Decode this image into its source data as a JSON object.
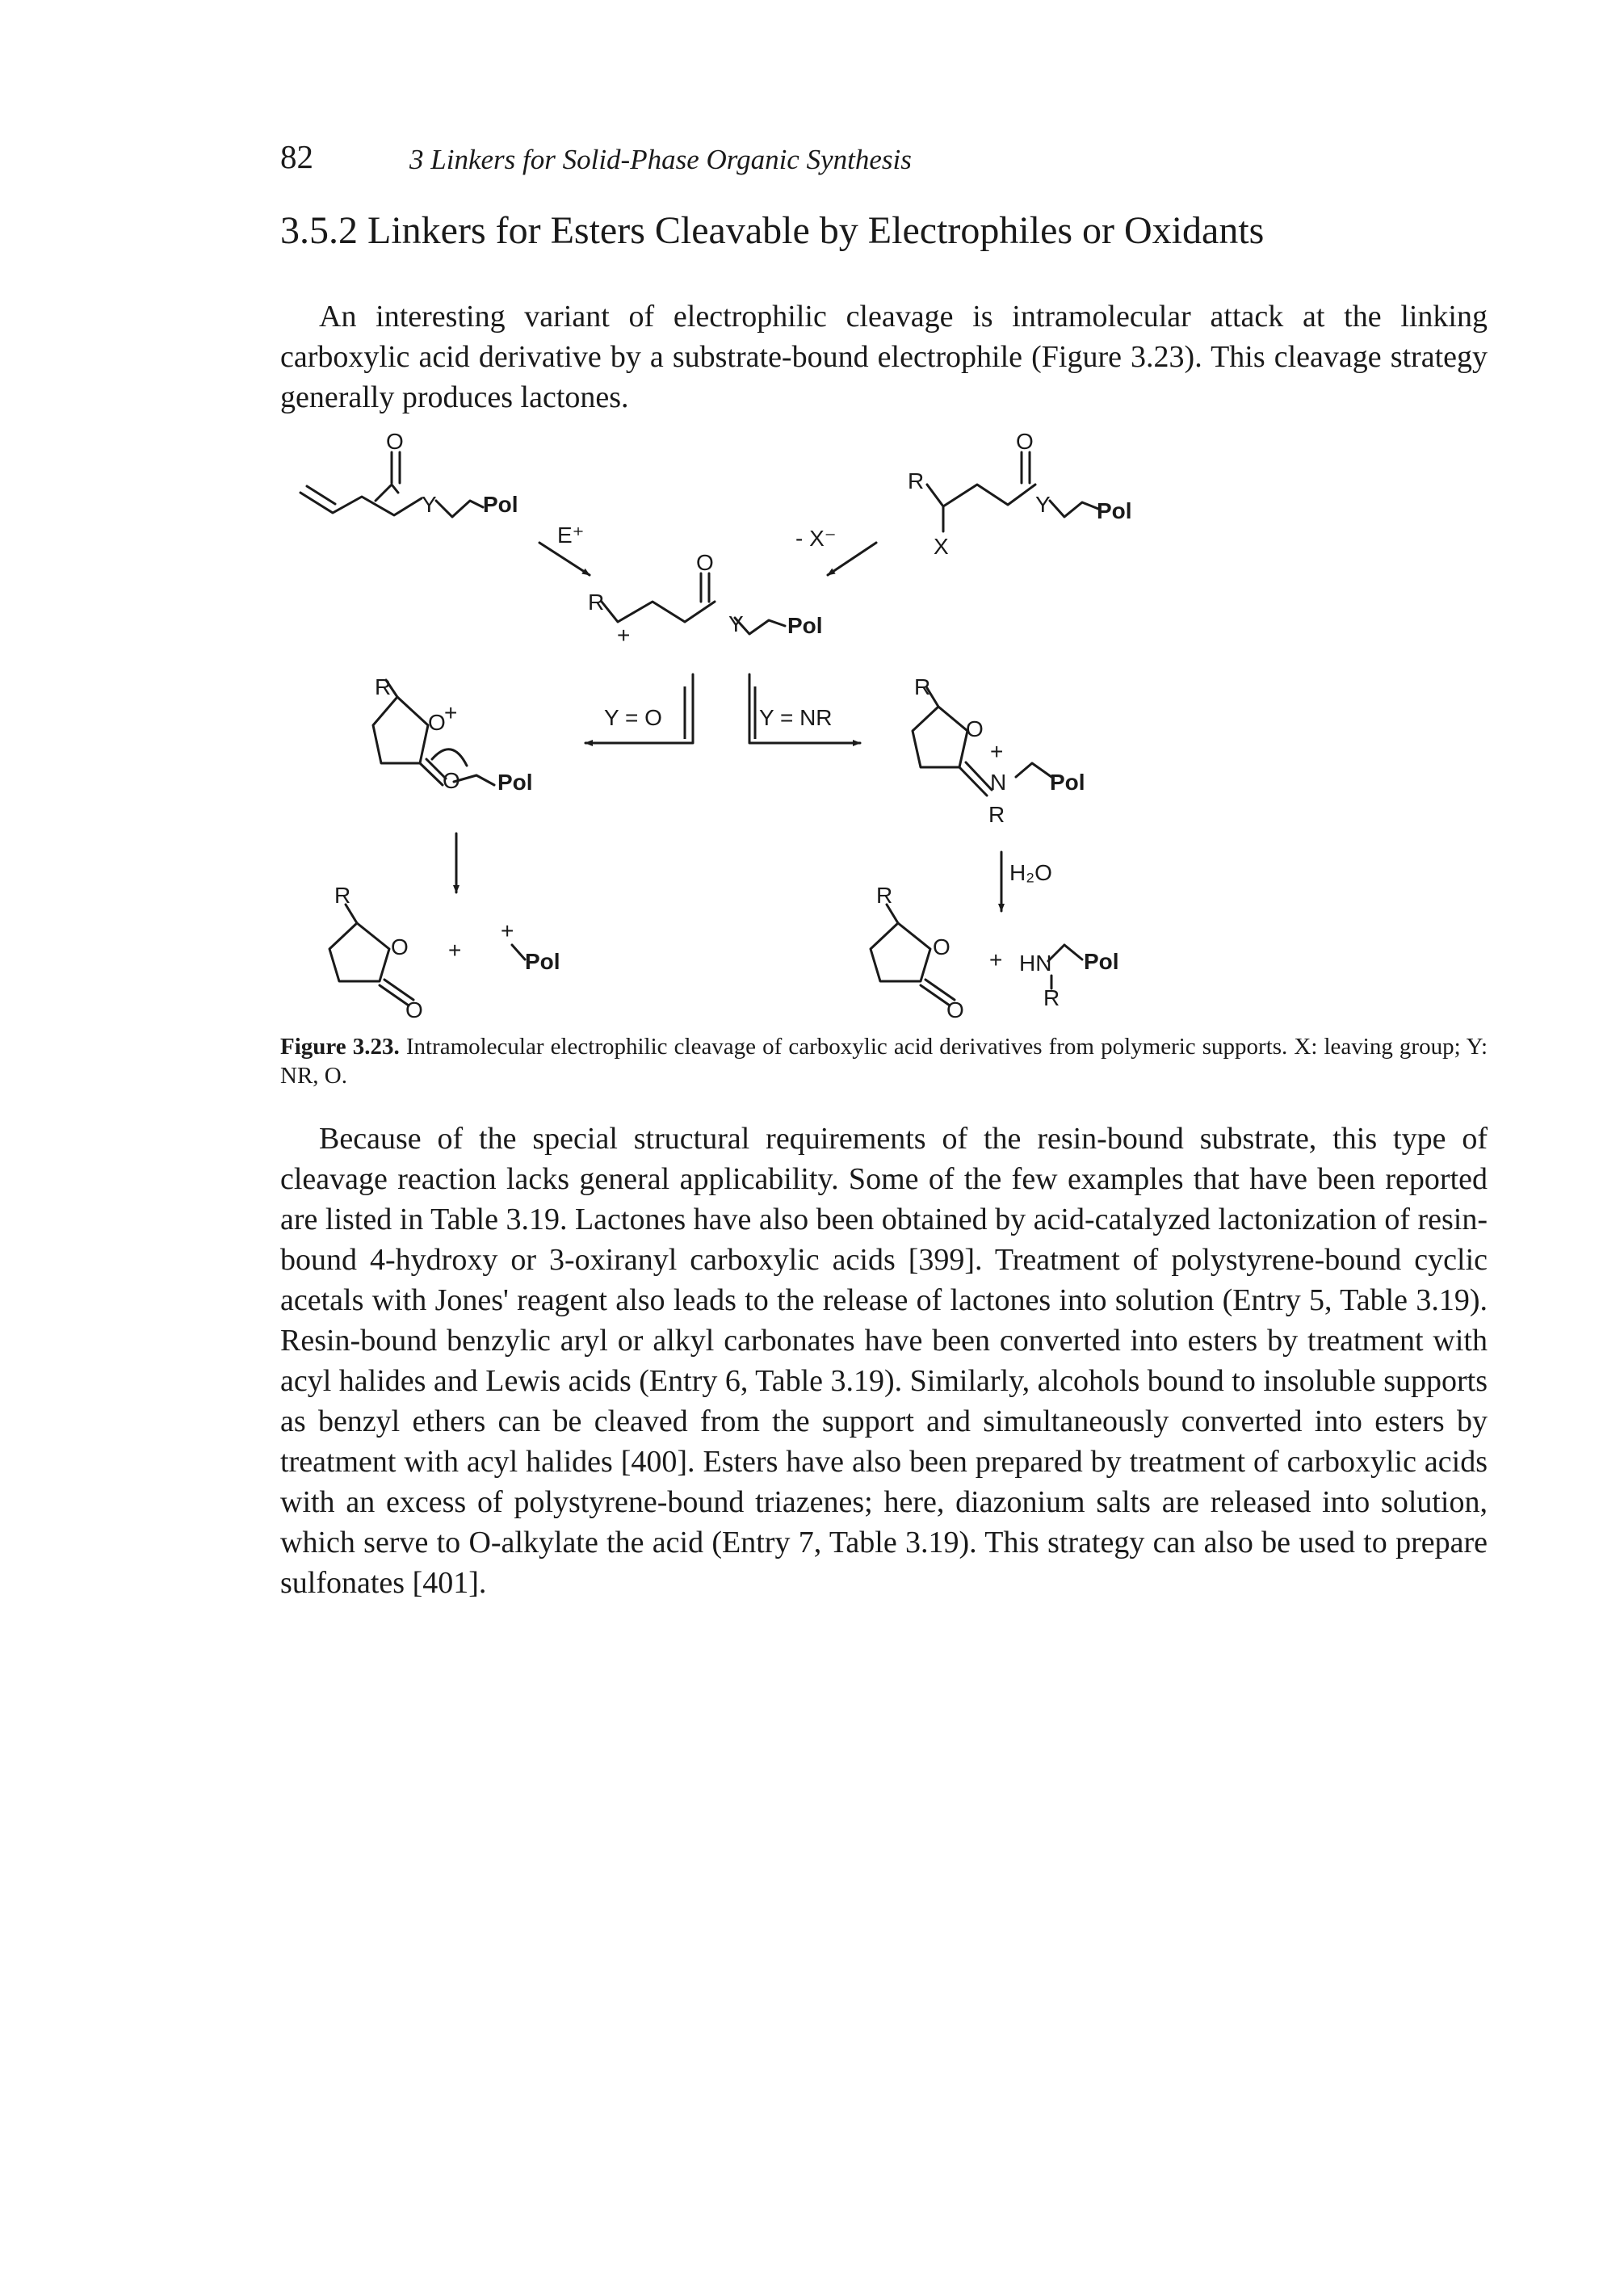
{
  "header": {
    "page_number": "82",
    "chapter": "3 Linkers for Solid-Phase Organic Synthesis"
  },
  "section": {
    "heading": "3.5.2 Linkers for Esters Cleavable by Electrophiles or Oxidants"
  },
  "paragraph1": "An interesting variant of electrophilic cleavage is intramolecular attack at the linking carboxylic acid derivative by a substrate-bound electrophile (Figure 3.23). This cleavage strategy generally produces lactones.",
  "scheme": {
    "pol": "Pol",
    "o": "O",
    "y": "Y",
    "r": "R",
    "x": "X",
    "n": "N",
    "hn": "HN",
    "plus": "+",
    "e_plus": "E⁺",
    "minus_x": "- X⁻",
    "cond_yo": "Y = O",
    "cond_ynr": "Y = NR",
    "h2o": "H₂O"
  },
  "figure": {
    "label": "Figure 3.23.",
    "caption": "Intramolecular electrophilic cleavage of carboxylic acid derivatives from polymeric supports. X: leaving group; Y: NR, O."
  },
  "paragraph2": "Because of the special structural requirements of the resin-bound substrate, this type of cleavage reaction lacks general applicability. Some of the few examples that have been reported are listed in Table 3.19. Lactones have also been obtained by acid-catalyzed lactonization of resin-bound 4-hydroxy or 3-oxiranyl carboxylic acids [399]. Treatment of polystyrene-bound cyclic acetals with Jones' reagent also leads to the release of lactones into solution (Entry 5, Table 3.19). Resin-bound benzylic aryl or alkyl carbonates have been converted into esters by treatment with acyl halides and Lewis acids (Entry 6, Table 3.19). Similarly, alcohols bound to insoluble supports as benzyl ethers can be cleaved from the support and simultaneously converted into esters by treatment with acyl halides [400]. Esters have also been prepared by treatment of carboxylic acids with an excess of polystyrene-bound triazenes; here, diazonium salts are released into solution, which serve to O-alkylate the acid (Entry 7, Table 3.19). This strategy can also be used to prepare sulfonates [401]."
}
